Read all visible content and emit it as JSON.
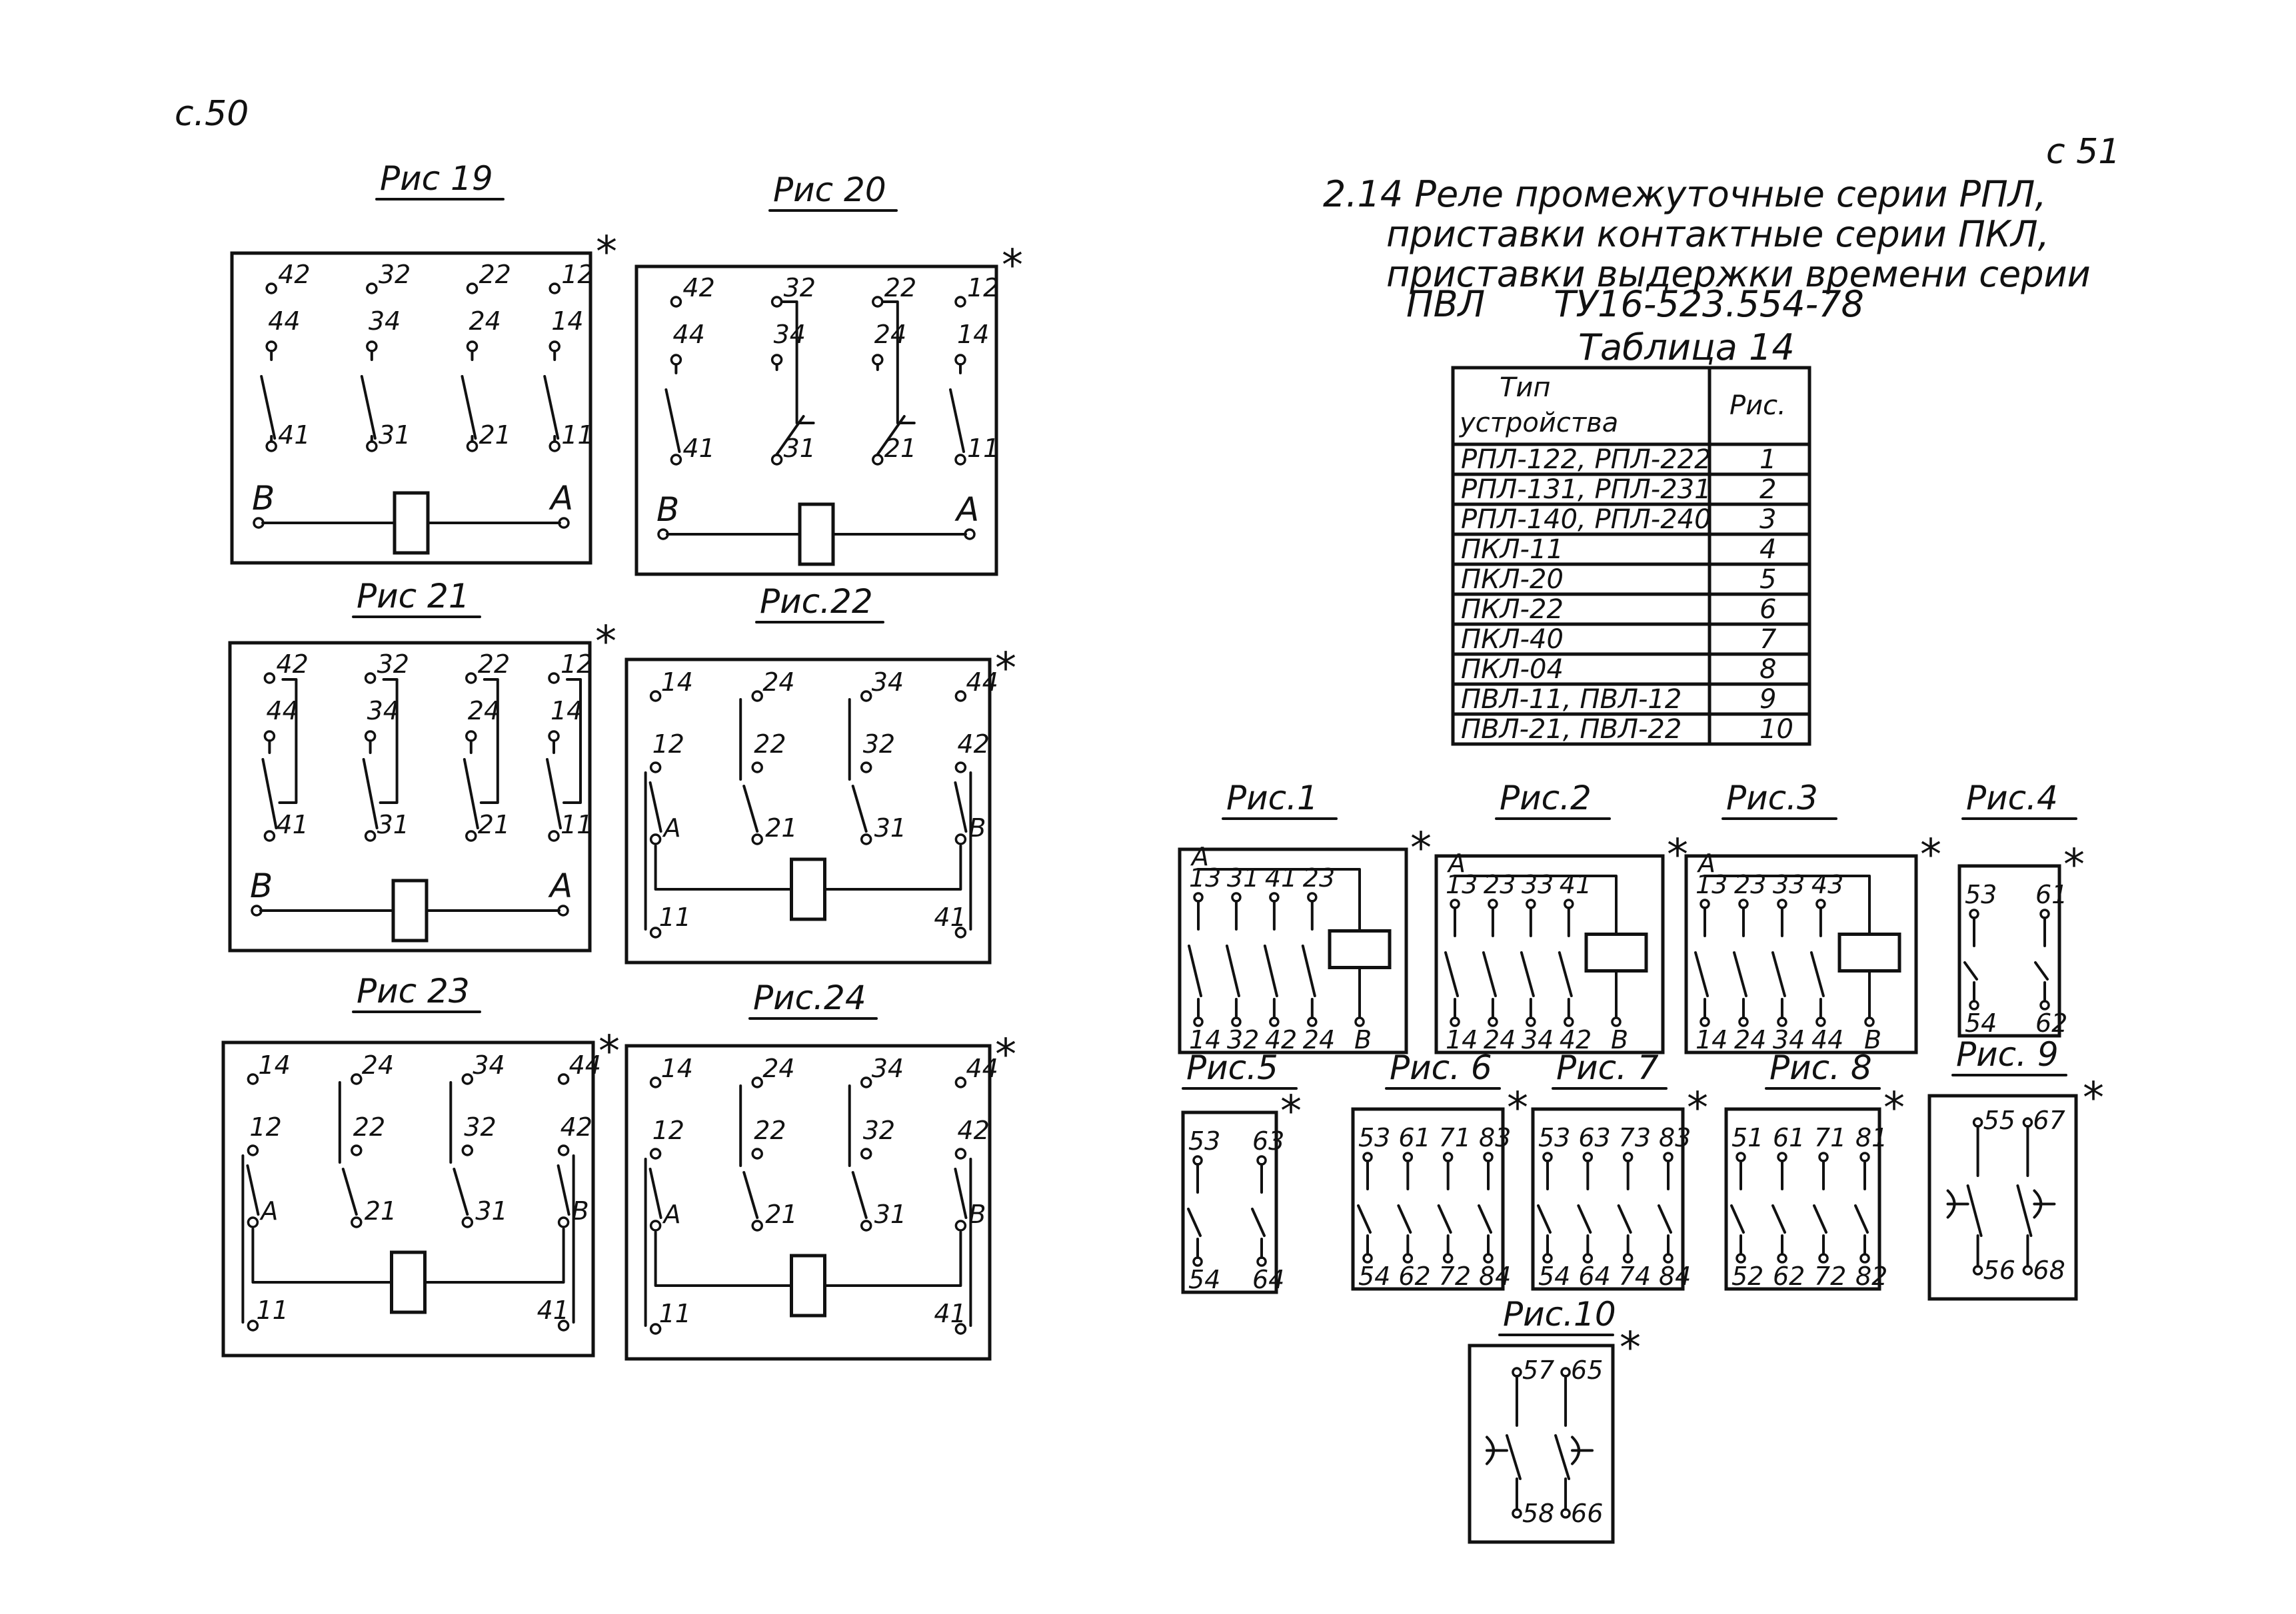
{
  "pages": {
    "left": "с.50",
    "right": "с 51"
  },
  "section": {
    "lines": [
      "2.14 Реле промежуточные серии РПЛ,",
      "приставки контактные серии ПКЛ,",
      "приставки выдержки времени серии",
      "ПВЛ      ТУ16-523.554-78"
    ]
  },
  "table": {
    "caption": "Таблица 14",
    "header": {
      "type": "Тип устройства",
      "type_line1": "Тип",
      "type_line2": "устройства",
      "fig": "Рис."
    },
    "rows": [
      {
        "type": "РПЛ-122, РПЛ-222",
        "fig": "1"
      },
      {
        "type": "РПЛ-131, РПЛ-231",
        "fig": "2"
      },
      {
        "type": "РПЛ-140, РПЛ-240",
        "fig": "3"
      },
      {
        "type": "ПКЛ-11",
        "fig": "4"
      },
      {
        "type": "ПКЛ-20",
        "fig": "5"
      },
      {
        "type": "ПКЛ-22",
        "fig": "6"
      },
      {
        "type": "ПКЛ-40",
        "fig": "7"
      },
      {
        "type": "ПКЛ-04",
        "fig": "8"
      },
      {
        "type": "ПВЛ-11, ПВЛ-12",
        "fig": "9"
      },
      {
        "type": "ПВЛ-21, ПВЛ-22",
        "fig": "10"
      }
    ]
  },
  "star": "*",
  "figures": {
    "r19": {
      "caption": "Рис 19",
      "top": [
        "42",
        "32",
        "22",
        "12"
      ],
      "mid": [
        "44",
        "34",
        "24",
        "14"
      ],
      "bot": [
        "41",
        "31",
        "21",
        "11"
      ],
      "coil": [
        "В",
        "А"
      ]
    },
    "r20": {
      "caption": "Рис 20",
      "top": [
        "42",
        "32",
        "22",
        "12"
      ],
      "mid": [
        "44",
        "34",
        "24",
        "14"
      ],
      "bot": [
        "41",
        "31",
        "21",
        "11"
      ],
      "coil": [
        "В",
        "А"
      ]
    },
    "r21": {
      "caption": "Рис 21",
      "top": [
        "42",
        "32",
        "22",
        "12"
      ],
      "mid": [
        "44",
        "34",
        "24",
        "14"
      ],
      "bot": [
        "41",
        "31",
        "21",
        "11"
      ],
      "coil": [
        "В",
        "А"
      ]
    },
    "r22": {
      "caption": "Рис.22",
      "top": [
        "14",
        "24",
        "34",
        "44"
      ],
      "mid": [
        "12",
        "22",
        "32",
        "42"
      ],
      "bot": [
        "А",
        "21",
        "31",
        "В"
      ],
      "ends": [
        "11",
        "41"
      ]
    },
    "r23": {
      "caption": "Рис 23",
      "top": [
        "14",
        "24",
        "34",
        "44"
      ],
      "mid": [
        "12",
        "22",
        "32",
        "42"
      ],
      "bot": [
        "А",
        "21",
        "31",
        "В"
      ],
      "ends": [
        "11",
        "41"
      ]
    },
    "r24": {
      "caption": "Рис.24",
      "top": [
        "14",
        "24",
        "34",
        "44"
      ],
      "mid": [
        "12",
        "22",
        "32",
        "42"
      ],
      "bot": [
        "А",
        "21",
        "31",
        "В"
      ],
      "ends": [
        "11",
        "41"
      ]
    },
    "f1": {
      "caption": "Рис.1",
      "coil_top": "А",
      "top": [
        "13",
        "31",
        "41",
        "23"
      ],
      "bot": [
        "14",
        "32",
        "42",
        "24"
      ],
      "coil_bot": "В"
    },
    "f2": {
      "caption": "Рис.2",
      "coil_top": "А",
      "top": [
        "13",
        "23",
        "33",
        "41"
      ],
      "bot": [
        "14",
        "24",
        "34",
        "42"
      ],
      "coil_bot": "В"
    },
    "f3": {
      "caption": "Рис.3",
      "coil_top": "А",
      "top": [
        "13",
        "23",
        "33",
        "43"
      ],
      "bot": [
        "14",
        "24",
        "34",
        "44"
      ],
      "coil_bot": "В"
    },
    "f4": {
      "caption": "Рис.4",
      "top": [
        "53",
        "61"
      ],
      "bot": [
        "54",
        "62"
      ]
    },
    "f5": {
      "caption": "Рис.5",
      "top": [
        "53",
        "63"
      ],
      "bot": [
        "54",
        "64"
      ]
    },
    "f6": {
      "caption": "Рис. 6",
      "top": [
        "53",
        "61",
        "71",
        "83"
      ],
      "bot": [
        "54",
        "62",
        "72",
        "84"
      ]
    },
    "f7": {
      "caption": "Рис. 7",
      "top": [
        "53",
        "63",
        "73",
        "83"
      ],
      "bot": [
        "54",
        "64",
        "74",
        "84"
      ]
    },
    "f8": {
      "caption": "Рис. 8",
      "top": [
        "51",
        "61",
        "71",
        "81"
      ],
      "bot": [
        "52",
        "62",
        "72",
        "82"
      ]
    },
    "f9": {
      "caption": "Рис. 9",
      "top": [
        "55",
        "67"
      ],
      "bot": [
        "56",
        "68"
      ]
    },
    "f10": {
      "caption": "Рис.10",
      "top": [
        "57",
        "65"
      ],
      "bot": [
        "58",
        "66"
      ]
    }
  }
}
